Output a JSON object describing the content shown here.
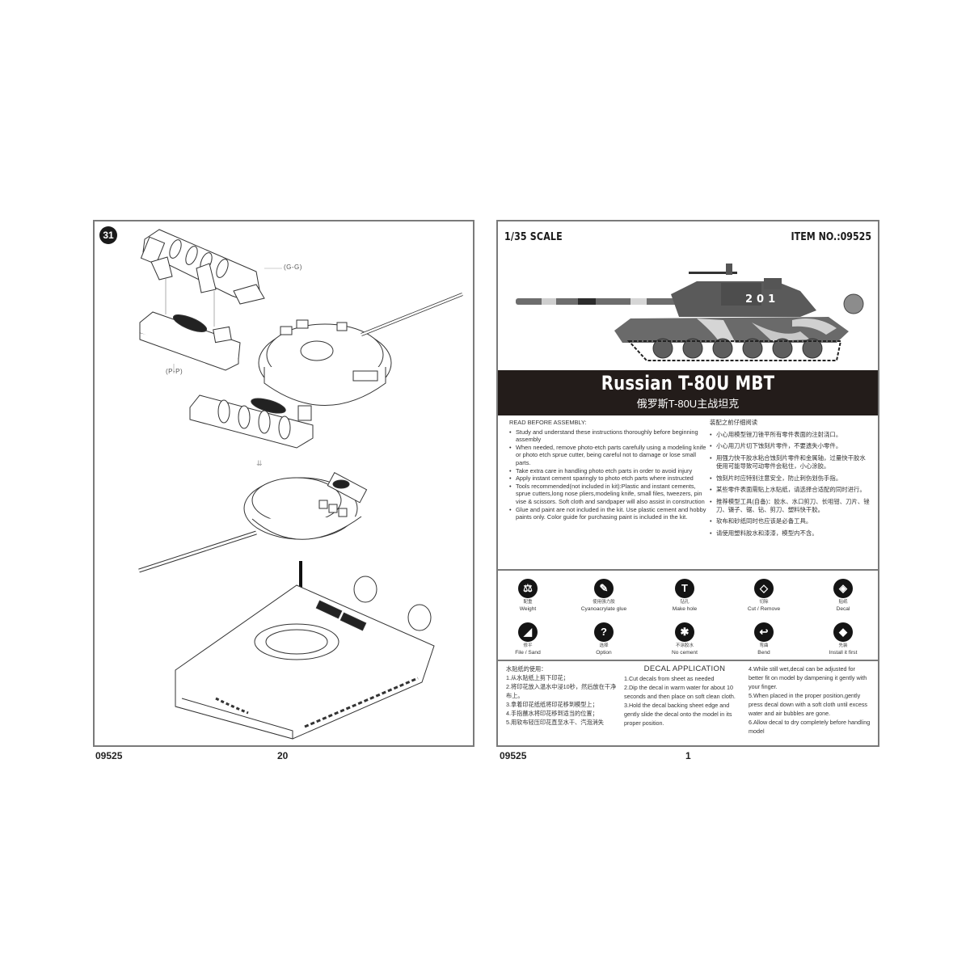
{
  "left_page": {
    "step_number": "31",
    "part_labels": {
      "top": "(G-G)",
      "bottom": "(P-P)"
    },
    "footer": {
      "item_no": "09525",
      "page_no": "20"
    }
  },
  "right_page": {
    "scale": "1/35 SCALE",
    "item_no": "ITEM NO.:09525",
    "tank_number": "201",
    "title_en": "Russian T-80U MBT",
    "title_cn": "俄罗斯T-80U主战坦克",
    "read_before": {
      "heading_en": "READ BEFORE ASSEMBLY:",
      "items_en": [
        "Study and understand these instructions thoroughly before beginning assembly",
        "When needed, remove photo-etch parts carefully using a modeling knife or photo etch sprue cutter, being careful not to damage or lose small parts.",
        "Take extra care in handling photo etch parts in order to avoid injury",
        "Apply instant cement sparingly to photo etch parts where instructed",
        "Tools recommended(not included in kit):Plastic and instant cements, sprue cutters,long nose pliers,modeling knife, small files, tweezers, pin vise & scissors. Soft cloth and sandpaper will also assist in construction",
        "Glue and paint are not included in the kit. Use plastic cement and hobby paints only. Color guide for purchasing paint is included in the kit."
      ],
      "heading_cn": "装配之前仔细阅读",
      "items_cn": [
        "小心用模型锉刀锉平所有零件表面的注射浇口。",
        "小心用刀片切下蚀刻片零件，不要遗失小零件。",
        "用强力快干胶水粘合蚀刻片零件和金属轴，过量快干胶水使用可能导致可动零件会粘住，小心涂胶。",
        "蚀刻片时应特别注意安全，防止刺伤划伤手指。",
        "某些零件表面需贴上水贴纸，请选择合适配的同时进行。",
        "推荐模型工具(自备)：胶水、水口剪刀、长咀钳、刀片、锉刀、镊子、锯、钻、剪刀、塑料快干胶。",
        "软布和砂纸同时也应该是必备工具。",
        "请使用塑料胶水和漆漆，模型内不含。"
      ]
    },
    "icons": [
      {
        "name": "weight-icon",
        "glyph": "⚖",
        "cn": "配重",
        "label": "Weight"
      },
      {
        "name": "glue-icon",
        "glyph": "✎",
        "cn": "使用强力胶",
        "label": "Cyanoacrylate glue"
      },
      {
        "name": "drill-icon",
        "glyph": "T",
        "cn": "钻孔",
        "label": "Make hole"
      },
      {
        "name": "cut-icon",
        "glyph": "◇",
        "cn": "切除",
        "label": "Cut / Remove"
      },
      {
        "name": "decal-icon",
        "glyph": "◈",
        "cn": "贴纸",
        "label": "Decal"
      },
      {
        "name": "file-icon",
        "glyph": "◢",
        "cn": "修平",
        "label": "File / Sand"
      },
      {
        "name": "option-icon",
        "glyph": "?",
        "cn": "选择",
        "label": "Option"
      },
      {
        "name": "no-cement-icon",
        "glyph": "✱",
        "cn": "不涂胶水",
        "label": "No cement"
      },
      {
        "name": "bend-icon",
        "glyph": "↩",
        "cn": "弯曲",
        "label": "Bend"
      },
      {
        "name": "install-first-icon",
        "glyph": "◆",
        "cn": "先装",
        "label": "Install it first"
      }
    ],
    "decal_cn": {
      "heading": "水贴纸的使用：",
      "items": [
        "1.从水贴纸上剪下印花；",
        "2.将印花放入温水中浸10秒，然后放在干净布上。",
        "3.拿着印花纸纸将印花移到模型上；",
        "4.手指蘸水将印花移到适当的位置；",
        "5.用软布轻压印花直至水干、汽泡消失"
      ]
    },
    "decal_application": {
      "heading": "DECAL APPLICATION",
      "items": [
        "1.Cut decals from sheet as needed",
        "2.Dip the decal in warm water for about 10 seconds and then place on soft clean cloth.",
        "3.Hold the decal backing sheet edge and gently slide the decal onto the model in its proper position.",
        "4.While still wet,decal can be adjusted for better fit on model by dampening it gently with your finger.",
        "5.When placed in the proper position,gently press decal down with a soft cloth until excess water and air bubbles are gone.",
        "6.Allow decal to dry completely before handling model"
      ]
    },
    "footer": {
      "item_no": "09525",
      "page_no": "1"
    }
  }
}
